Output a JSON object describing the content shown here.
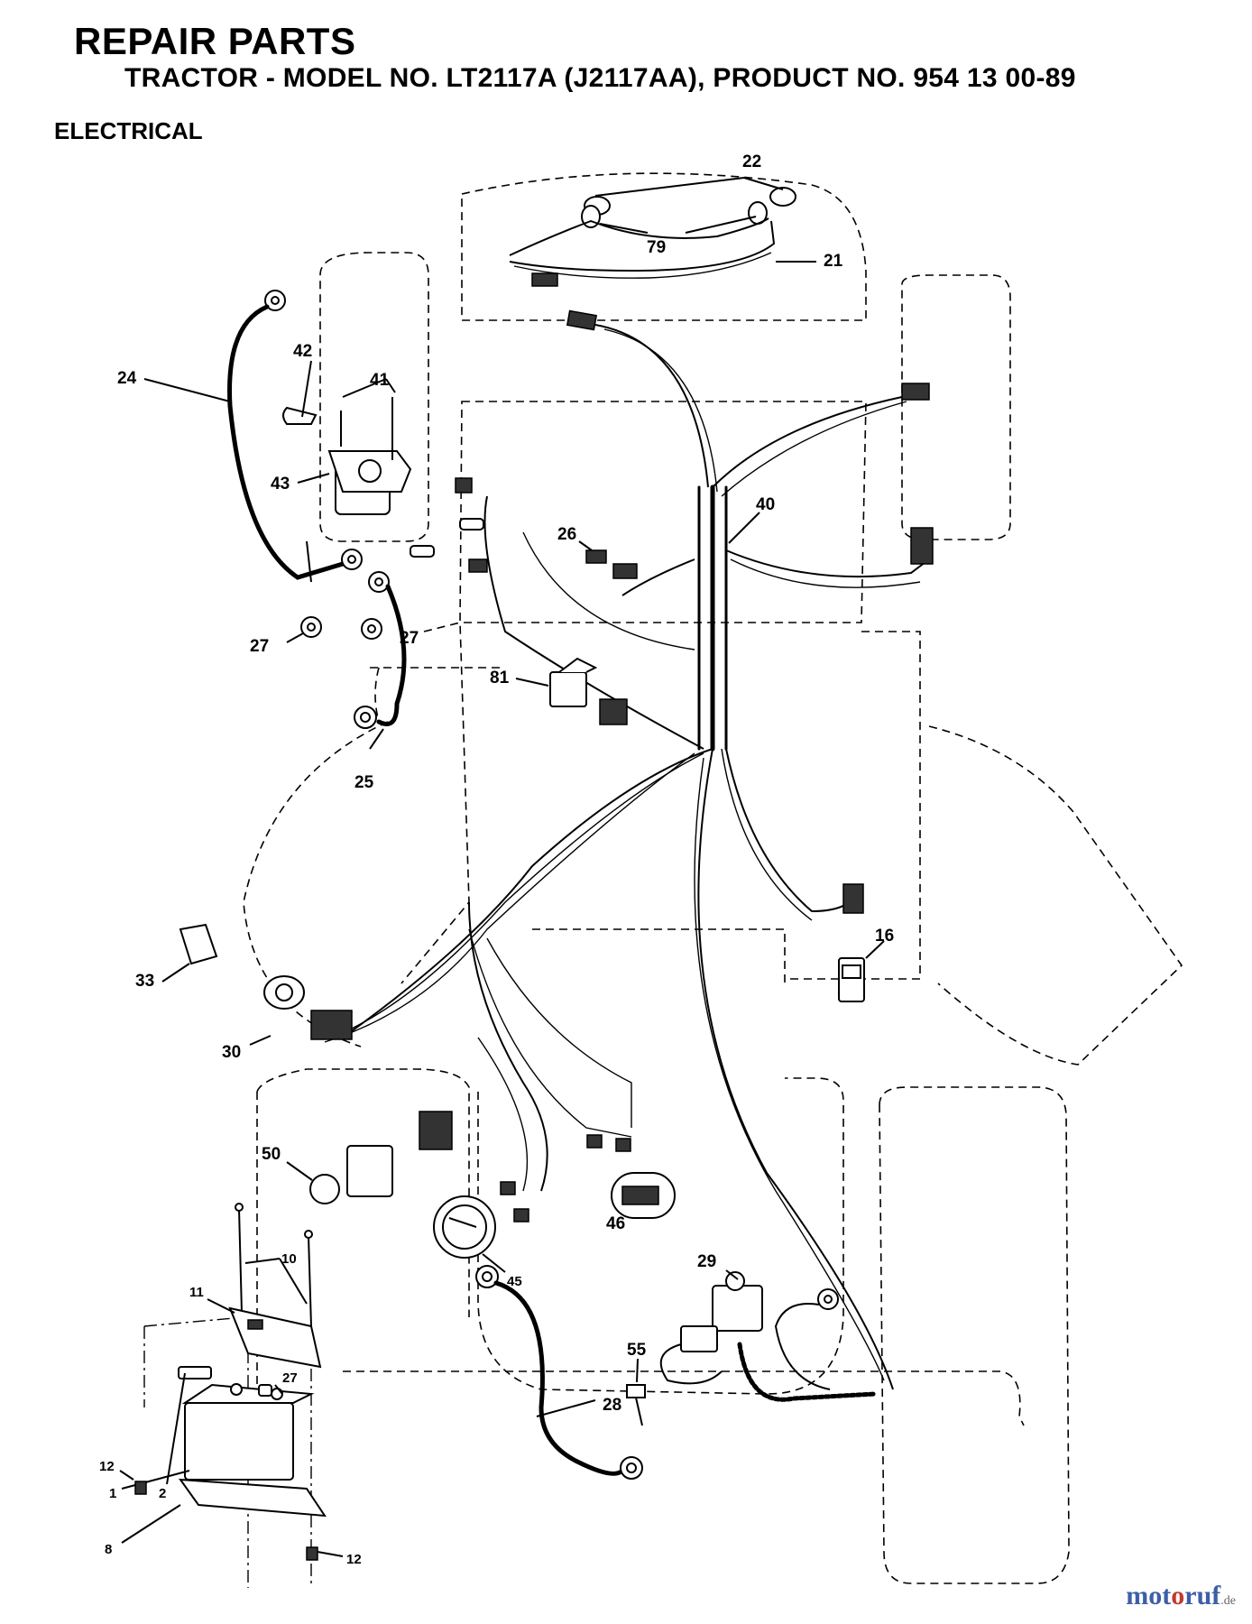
{
  "header": {
    "title": "REPAIR PARTS",
    "subtitle": "TRACTOR - MODEL NO. LT2117A (J2117AA),  PRODUCT NO. 954 13 00-89",
    "section": "ELECTRICAL"
  },
  "callouts": {
    "p22": "22",
    "p79": "79",
    "p21": "21",
    "p24": "24",
    "p42": "42",
    "p41": "41",
    "p43": "43",
    "p40": "40",
    "p26": "26",
    "p27a": "27",
    "p27b": "27",
    "p81": "81",
    "p25": "25",
    "p16": "16",
    "p33": "33",
    "p30": "30",
    "p50": "50",
    "p46": "46",
    "p10": "10",
    "p11": "11",
    "p45": "45",
    "p29": "29",
    "p27c": "27",
    "p55": "55",
    "p28": "28",
    "p12a": "12",
    "p2": "2",
    "p1": "1",
    "p8": "8",
    "p12b": "12"
  },
  "watermark": {
    "part1": "mot",
    "part2": "o",
    "part3": "ruf",
    "tld": ".de"
  },
  "colors": {
    "ink": "#000000",
    "paper": "#ffffff",
    "brand_blue": "#3d5fa8",
    "brand_red": "#c23a2b"
  }
}
